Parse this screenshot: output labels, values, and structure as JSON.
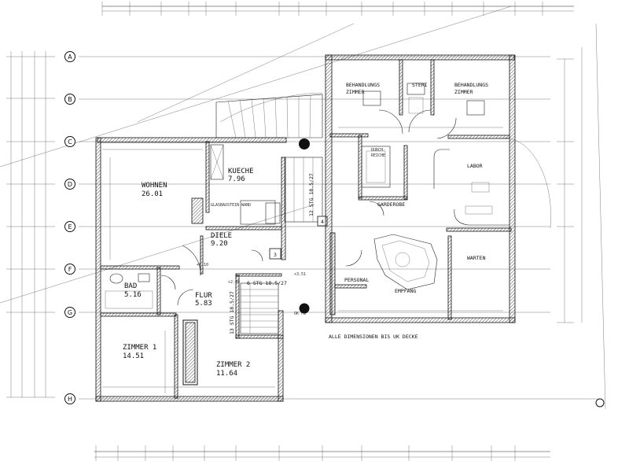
{
  "axes": [
    "A",
    "B",
    "C",
    "D",
    "E",
    "F",
    "G",
    "H"
  ],
  "rooms": {
    "wohnen": {
      "name": "WOHNEN",
      "area": "26.01"
    },
    "kueche": {
      "name": "KUECHE",
      "area": "7.96"
    },
    "diele": {
      "name": "DIELE",
      "area": "9.20"
    },
    "bad": {
      "name": "BAD",
      "area": "5.16"
    },
    "flur": {
      "name": "FLUR",
      "area": "5.83"
    },
    "zimmer1": {
      "name": "ZIMMER 1",
      "area": "14.51"
    },
    "zimmer2": {
      "name": "ZIMMER 2",
      "area": "11.64"
    },
    "behandlung1": {
      "name": "BEHANDLUNGS",
      "line2": "ZIMMER"
    },
    "behandlung2": {
      "name": "BEHANDLUNGS",
      "line2": "ZIMMER"
    },
    "steri": {
      "name": "STERI"
    },
    "labor": {
      "name": "LABOR"
    },
    "warten": {
      "name": "WARTEN"
    },
    "empfang": {
      "name": "EMPFANG"
    },
    "personal": {
      "name": "PERSONAL"
    },
    "garderobe": {
      "name": "GARDEROBE"
    },
    "durchreiche": {
      "name": "DURCH-",
      "line2": "REICHE"
    }
  },
  "notes": {
    "ceiling": "ALLE DIMENSIONEN BIS UK DECKE",
    "stair_main": "6 STG 18.5/27",
    "stair_vert": "13 STG 18.5/27",
    "stair_upper": "12 STG 18.5/27",
    "box3": "3",
    "box4": "4",
    "level1": "+2.40",
    "level2": "+3.51",
    "level_diele": "+0.10",
    "okfb": "OK FB",
    "glas": "GLASBAUSTEIN WAND"
  }
}
